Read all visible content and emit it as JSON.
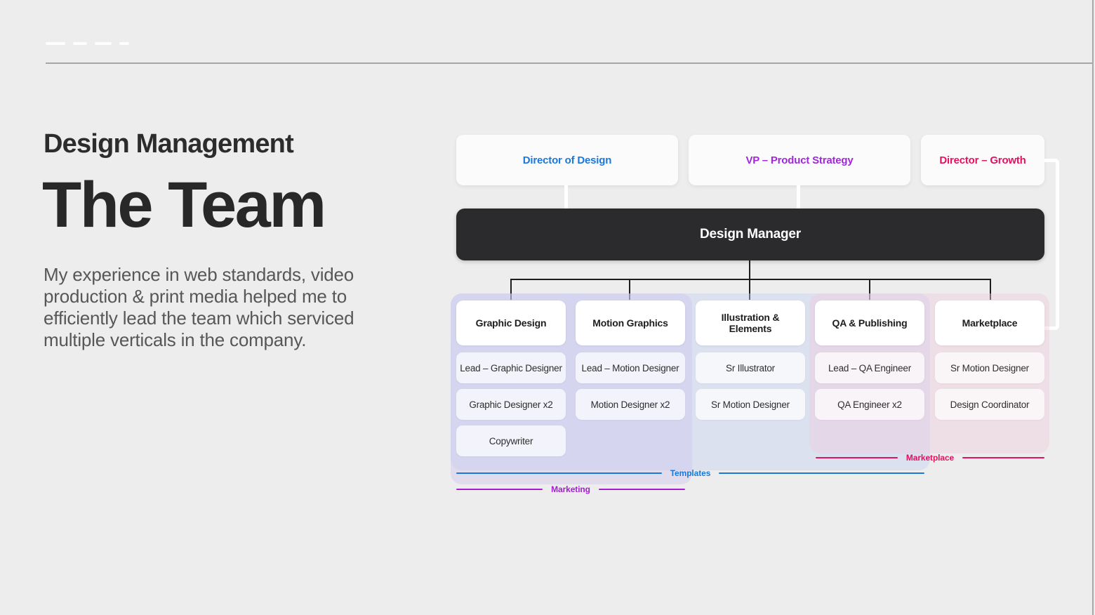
{
  "intro": {
    "eyebrow": "Design Management",
    "title": "The Team",
    "body": "My experience in web standards, video production & print media helped me to efficiently lead the team which serviced multiple verticals in the company."
  },
  "org_chart": {
    "executives": [
      {
        "label": "Director of Design",
        "color": "#1a78da"
      },
      {
        "label": "VP – Product Strategy",
        "color": "#a126dc"
      },
      {
        "label": "Director – Growth",
        "color": "#e31160"
      }
    ],
    "manager": {
      "label": "Design Manager",
      "bg": "#2b2b2d",
      "color": "#ffffff"
    },
    "teams": [
      {
        "name": "Graphic Design",
        "members": [
          "Lead – Graphic Designer",
          "Graphic Designer x2",
          "Copywriter"
        ]
      },
      {
        "name": "Motion Graphics",
        "members": [
          "Lead – Motion Designer",
          "Motion Designer x2"
        ]
      },
      {
        "name": "Illustration & Elements",
        "members": [
          "Sr Illustrator",
          "Sr Motion Designer"
        ]
      },
      {
        "name": "QA & Publishing",
        "members": [
          "Lead – QA Engineer",
          "QA Engineer x2"
        ]
      },
      {
        "name": "Marketplace",
        "members": [
          "Sr Motion Designer",
          "Design Coordinator"
        ]
      }
    ],
    "groups": [
      {
        "label": "Marketplace",
        "color": "#e3125f"
      },
      {
        "label": "Templates",
        "color": "#1878dc"
      },
      {
        "label": "Marketing",
        "color": "#a41fd2"
      }
    ],
    "accent_colors": {
      "blue": "#1a78da",
      "purple": "#a126dc",
      "pink": "#e31160",
      "manager_dark": "#2b2b2d"
    }
  }
}
